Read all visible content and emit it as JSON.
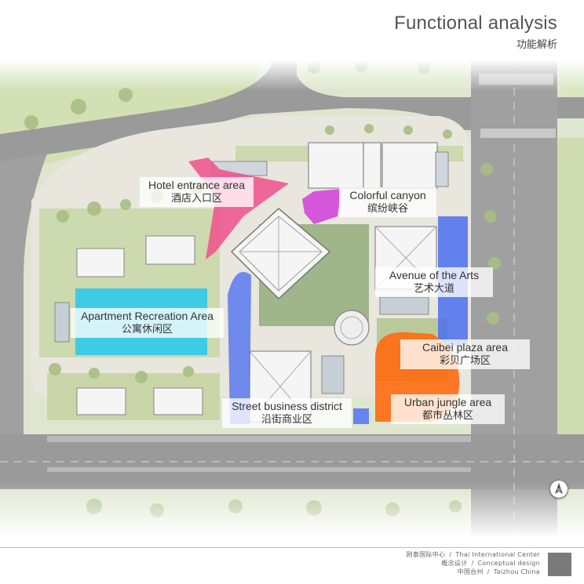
{
  "title": {
    "en": "Functional analysis",
    "zh": "功能解析"
  },
  "zones": {
    "hotel": {
      "en": "Hotel entrance area",
      "zh": "酒店入口区",
      "color": "#f0508c"
    },
    "canyon": {
      "en": "Colorful canyon",
      "zh": "缤纷峡谷",
      "color": "#d23cdc"
    },
    "arts": {
      "en": "Avenue of the Arts",
      "zh": "艺术大道",
      "color": "#4b6ef0"
    },
    "apartment": {
      "en": "Apartment Recreation Area",
      "zh": "公寓休闲区",
      "color": "#30c8ec"
    },
    "caibei": {
      "en": "Caibei plaza area",
      "zh": "彩贝广场区",
      "color": "#f05014"
    },
    "jungle": {
      "en": "Urban jungle area",
      "zh": "都市丛林区",
      "color": "#ff6a10"
    },
    "street": {
      "en": "Street business district",
      "zh": "沿街商业区",
      "color": "#5a78f0"
    }
  },
  "footer": {
    "row1_zh": "刚泰国际中心",
    "row1_en": "Thai International Center",
    "row2_zh": "概念设计",
    "row2_en": "Conceptual design",
    "row3_zh": "中国台州",
    "row3_en": "Taizhou China"
  },
  "colors": {
    "road": "#9a9a9a",
    "grass": "#c8d8a8",
    "plaza": "#e8e6e0",
    "building": "#f4f4f4"
  },
  "icons": {
    "compass": "north-arrow-icon"
  }
}
